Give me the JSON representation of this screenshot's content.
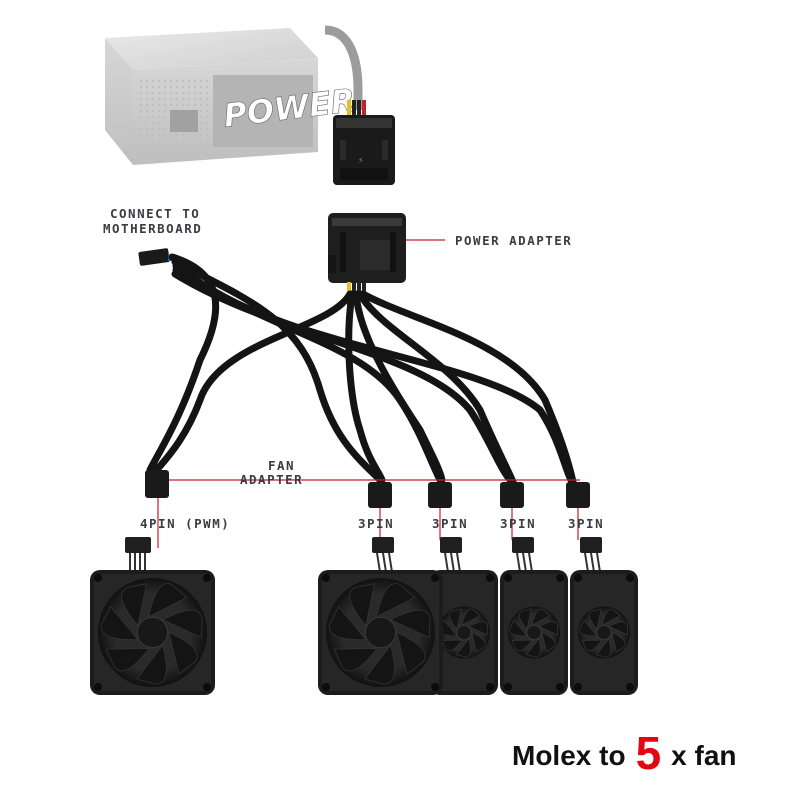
{
  "psu": {
    "label": "POWER"
  },
  "labels": {
    "connect_to_motherboard": [
      "CONNECT TO",
      "MOTHERBOARD"
    ],
    "power_adapter": "POWER ADAPTER",
    "fan_adapter": [
      "FAN",
      "ADAPTER"
    ],
    "pin4": "4PIN (PWM)",
    "pin3": "3PIN"
  },
  "caption": {
    "before": "Molex to",
    "number": "5",
    "after": "x fan"
  },
  "colors": {
    "accent": "#e30613",
    "wire": "#141414",
    "fan_body": "#1c1c1c",
    "psu": "#9a9a9a",
    "callout": "#c0202a"
  },
  "icons": [
    "psu-icon",
    "molex-connector-icon",
    "fan-connector-icon",
    "fan-icon"
  ]
}
